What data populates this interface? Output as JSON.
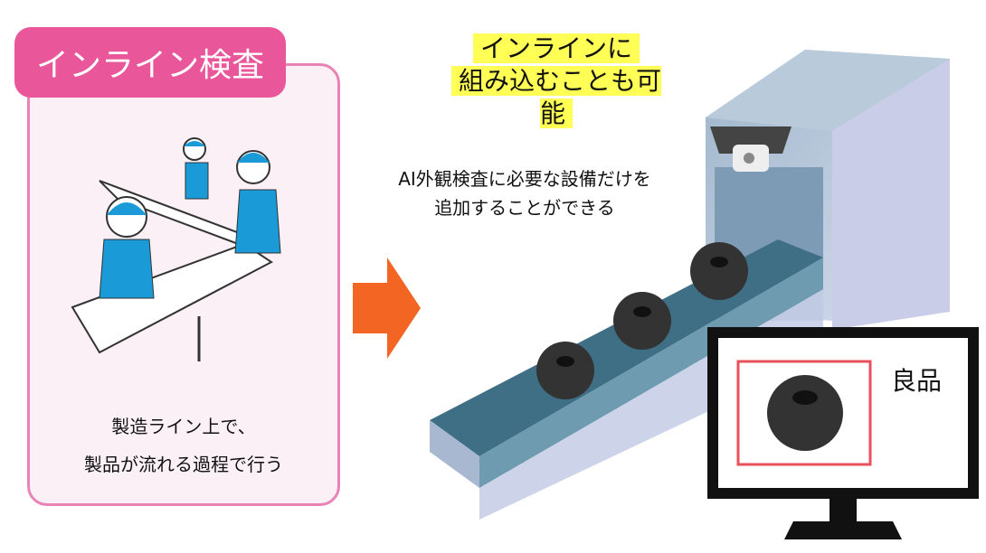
{
  "left_panel": {
    "title": "インライン検査",
    "caption_lines": [
      "製造ライン上で、",
      "製品が流れる過程で行う"
    ]
  },
  "right": {
    "headline_lines": [
      "インラインに",
      "組み込むことも可能"
    ],
    "description_lines": [
      "AI外観検査に必要な設備だけを",
      "追加することができる"
    ],
    "monitor_label": "良品"
  },
  "colors": {
    "pink": "#e9579a",
    "arrow": "#f26522",
    "highlight": "#ffff55",
    "box_border": "#e8505b"
  }
}
